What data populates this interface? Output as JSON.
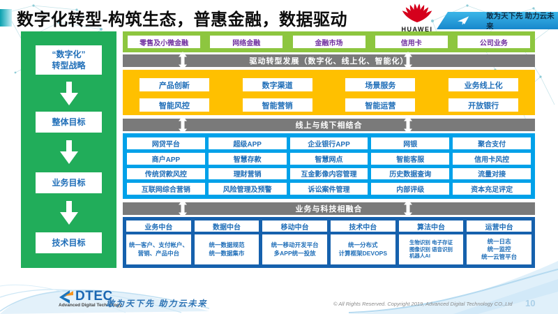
{
  "header": {
    "title": "数字化转型-构筑生态，普惠金融，数据驱动",
    "huawei_wordmark": "HUAWEI",
    "ribbon_text": "敢为天下先 助力云未来"
  },
  "sidebar": {
    "strategy": "“数字化”\n转型战略",
    "goal_overall": "整体目标",
    "goal_business": "业务目标",
    "goal_tech": "技术目标"
  },
  "business_row": {
    "items": [
      "零售及小微金融",
      "网络金融",
      "金融市场",
      "信用卡",
      "公司业务"
    ]
  },
  "banners": {
    "drive": "驱动转型发展（数字化、线上化、智能化）",
    "online_offline": "线上与线下相结合",
    "biz_tech": "业务与科技相融合"
  },
  "capability": {
    "row1": [
      "产品创新",
      "数字渠道",
      "场景服务",
      "业务线上化"
    ],
    "row2": [
      "智能风控",
      "智能营销",
      "智能运营",
      "开放银行"
    ]
  },
  "channels": {
    "rows": [
      [
        "网贷平台",
        "超级APP",
        "企业银行APP",
        "网银",
        "聚合支付"
      ],
      [
        "商户APP",
        "智慧存款",
        "智慧网点",
        "智能客服",
        "信用卡风控"
      ],
      [
        "传统贷款风控",
        "理财营销",
        "互金影像内容管理",
        "历史数据查询",
        "流量对接"
      ],
      [
        "互联网综合营销",
        "风险管理及预警",
        "诉讼案件管理",
        "内部评级",
        "资本充足评定"
      ]
    ]
  },
  "platforms": {
    "columns": [
      {
        "title": "业务中台",
        "detail": "统一客户、支付帐户、营销、产品中台"
      },
      {
        "title": "数据中台",
        "detail": "统一数据规范\n统一数据集市"
      },
      {
        "title": "移动中台",
        "detail": "统一移动开发平台\n多APP统一投放"
      },
      {
        "title": "技术中台",
        "detail": "统一分布式\n计算框架DEVOPS"
      },
      {
        "title": "算法中台",
        "detail": "生物识别 电子存证\n图像识别 语音识别\n机器人AI"
      },
      {
        "title": "运营中台",
        "detail": "统一日志\n统一监控\n统一云管平台"
      }
    ]
  },
  "footer": {
    "logo_word": "DTEC",
    "logo_sub": "Advanced Digital Technology",
    "slogan": "敢为天下先   助力云未来",
    "copyright": "© All Rights Reserved. Copyright 2019, Advanced Digital Technology CO.,Ltd",
    "page_number": "10"
  },
  "colors": {
    "sidebar_green": "#21ad5a",
    "row_green": "#8dc63f",
    "banner_gray": "#7a7a7a",
    "gold": "#ffc000",
    "light_blue": "#00a1e9",
    "dark_blue": "#1661ad",
    "text_blue": "#1f6eb8",
    "text_purple": "#7030a0",
    "huawei_red": "#d5001c",
    "ribbon_blue": "#3cb6e8"
  }
}
